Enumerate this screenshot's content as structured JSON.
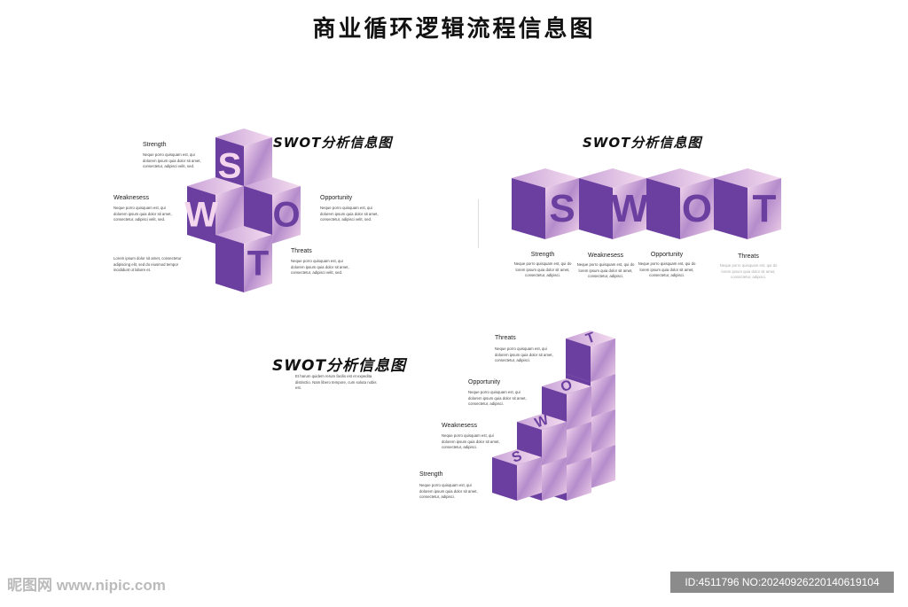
{
  "title": "商业循环逻辑流程信息图",
  "colors": {
    "dark": "#6b3fa0",
    "light": "#f3d6ee",
    "mid": "#b98fcc"
  },
  "layout1": {
    "heading": "SWOT分析信息图",
    "strength": {
      "label": "Strength",
      "text": "Neque porro quisquam est, qui dolorem ipsum quia dolor sit amet, consectetur, adipisci velit, sed."
    },
    "weaknesses": {
      "label": "Weaknesess",
      "text": "Neque porro quisquam est, qui dolorem ipsum quia dolor sit amet, consectetur, adipisci velit, sed."
    },
    "opportunity": {
      "label": "Opportunity",
      "text": "Neque porro quisquam est, qui dolorem ipsum quia dolor sit amet, consectetur, adipisci velit, sed."
    },
    "threats": {
      "label": "Threats",
      "text": "Neque porro quisquam est, qui dolorem ipsum quia dolor sit amet, consectetur, adipisci velit, sed."
    },
    "note": "Lorem ipsum dolor sit amet, consectetur adipiscing elit, sed do eiusmod tempor incididunt ut labore et."
  },
  "layout2": {
    "heading": "SWOT分析信息图",
    "items": [
      {
        "label": "Strength",
        "text": "Neque porro quisquam est, qui do lorem ipsum quia dolor sit amet, consectetur, adipisci."
      },
      {
        "label": "Weaknesess",
        "text": "Neque porro quisquam est, qui do lorem ipsum quia dolor sit amet, consectetur, adipisci."
      },
      {
        "label": "Opportunity",
        "text": "Neque porro quisquam est, qui do lorem ipsum quia dolor sit amet, consectetur, adipisci."
      },
      {
        "label": "Threats",
        "text": "Neque porro quisquam est, qui do lorem ipsum quia dolor sit amet, consectetur, adipisci."
      }
    ]
  },
  "layout3": {
    "heading": "SWOT分析信息图",
    "subtitle": "Et harum quidem rerum facilis est et expedita distinctio. Nam libero tempore, cum soluta nobis est.",
    "threats": {
      "label": "Threats",
      "text": "Neque porro quisquam est, qui dolorem ipsum quia dolor sit amet, consectetur, adipisci."
    },
    "opportunity": {
      "label": "Opportunity",
      "text": "Neque porro quisquam est, qui dolorem ipsum quia dolor sit amet, consectetur, adipisci."
    },
    "weaknesses": {
      "label": "Weaknesess",
      "text": "Neque porro quisquam est, qui dolorem ipsum quia dolor sit amet, consectetur, adipisci."
    },
    "strength": {
      "label": "Strength",
      "text": "Neque porro quisquam est, qui dolorem ipsum quia dolor sit amet, consectetur, adipisci."
    }
  },
  "letters": [
    "S",
    "W",
    "O",
    "T"
  ],
  "watermark": {
    "left": "昵图网 www.nipic.com",
    "right": "ID:4511796 NO:20240926220140619104"
  }
}
